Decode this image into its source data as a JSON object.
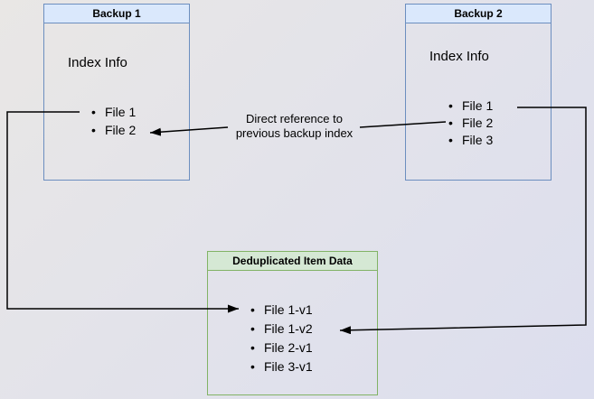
{
  "colors": {
    "blue_fill": "#dae8fc",
    "blue_border": "#6c8ebf",
    "green_fill": "#d5e8d4",
    "green_border": "#82b366",
    "arrow": "#000000"
  },
  "backup1": {
    "title": "Backup 1",
    "subtitle": "Index Info",
    "files": [
      "File 1",
      "File 2"
    ]
  },
  "backup2": {
    "title": "Backup 2",
    "subtitle": "Index Info",
    "files": [
      "File 1",
      "File 2",
      "File 3"
    ]
  },
  "dedup": {
    "title": "Deduplicated Item Data",
    "files": [
      "File 1-v1",
      "File 1-v2",
      "File 2-v1",
      "File 3-v1"
    ]
  },
  "annotation": {
    "line1": "Direct reference to",
    "line2": "previous backup index"
  }
}
